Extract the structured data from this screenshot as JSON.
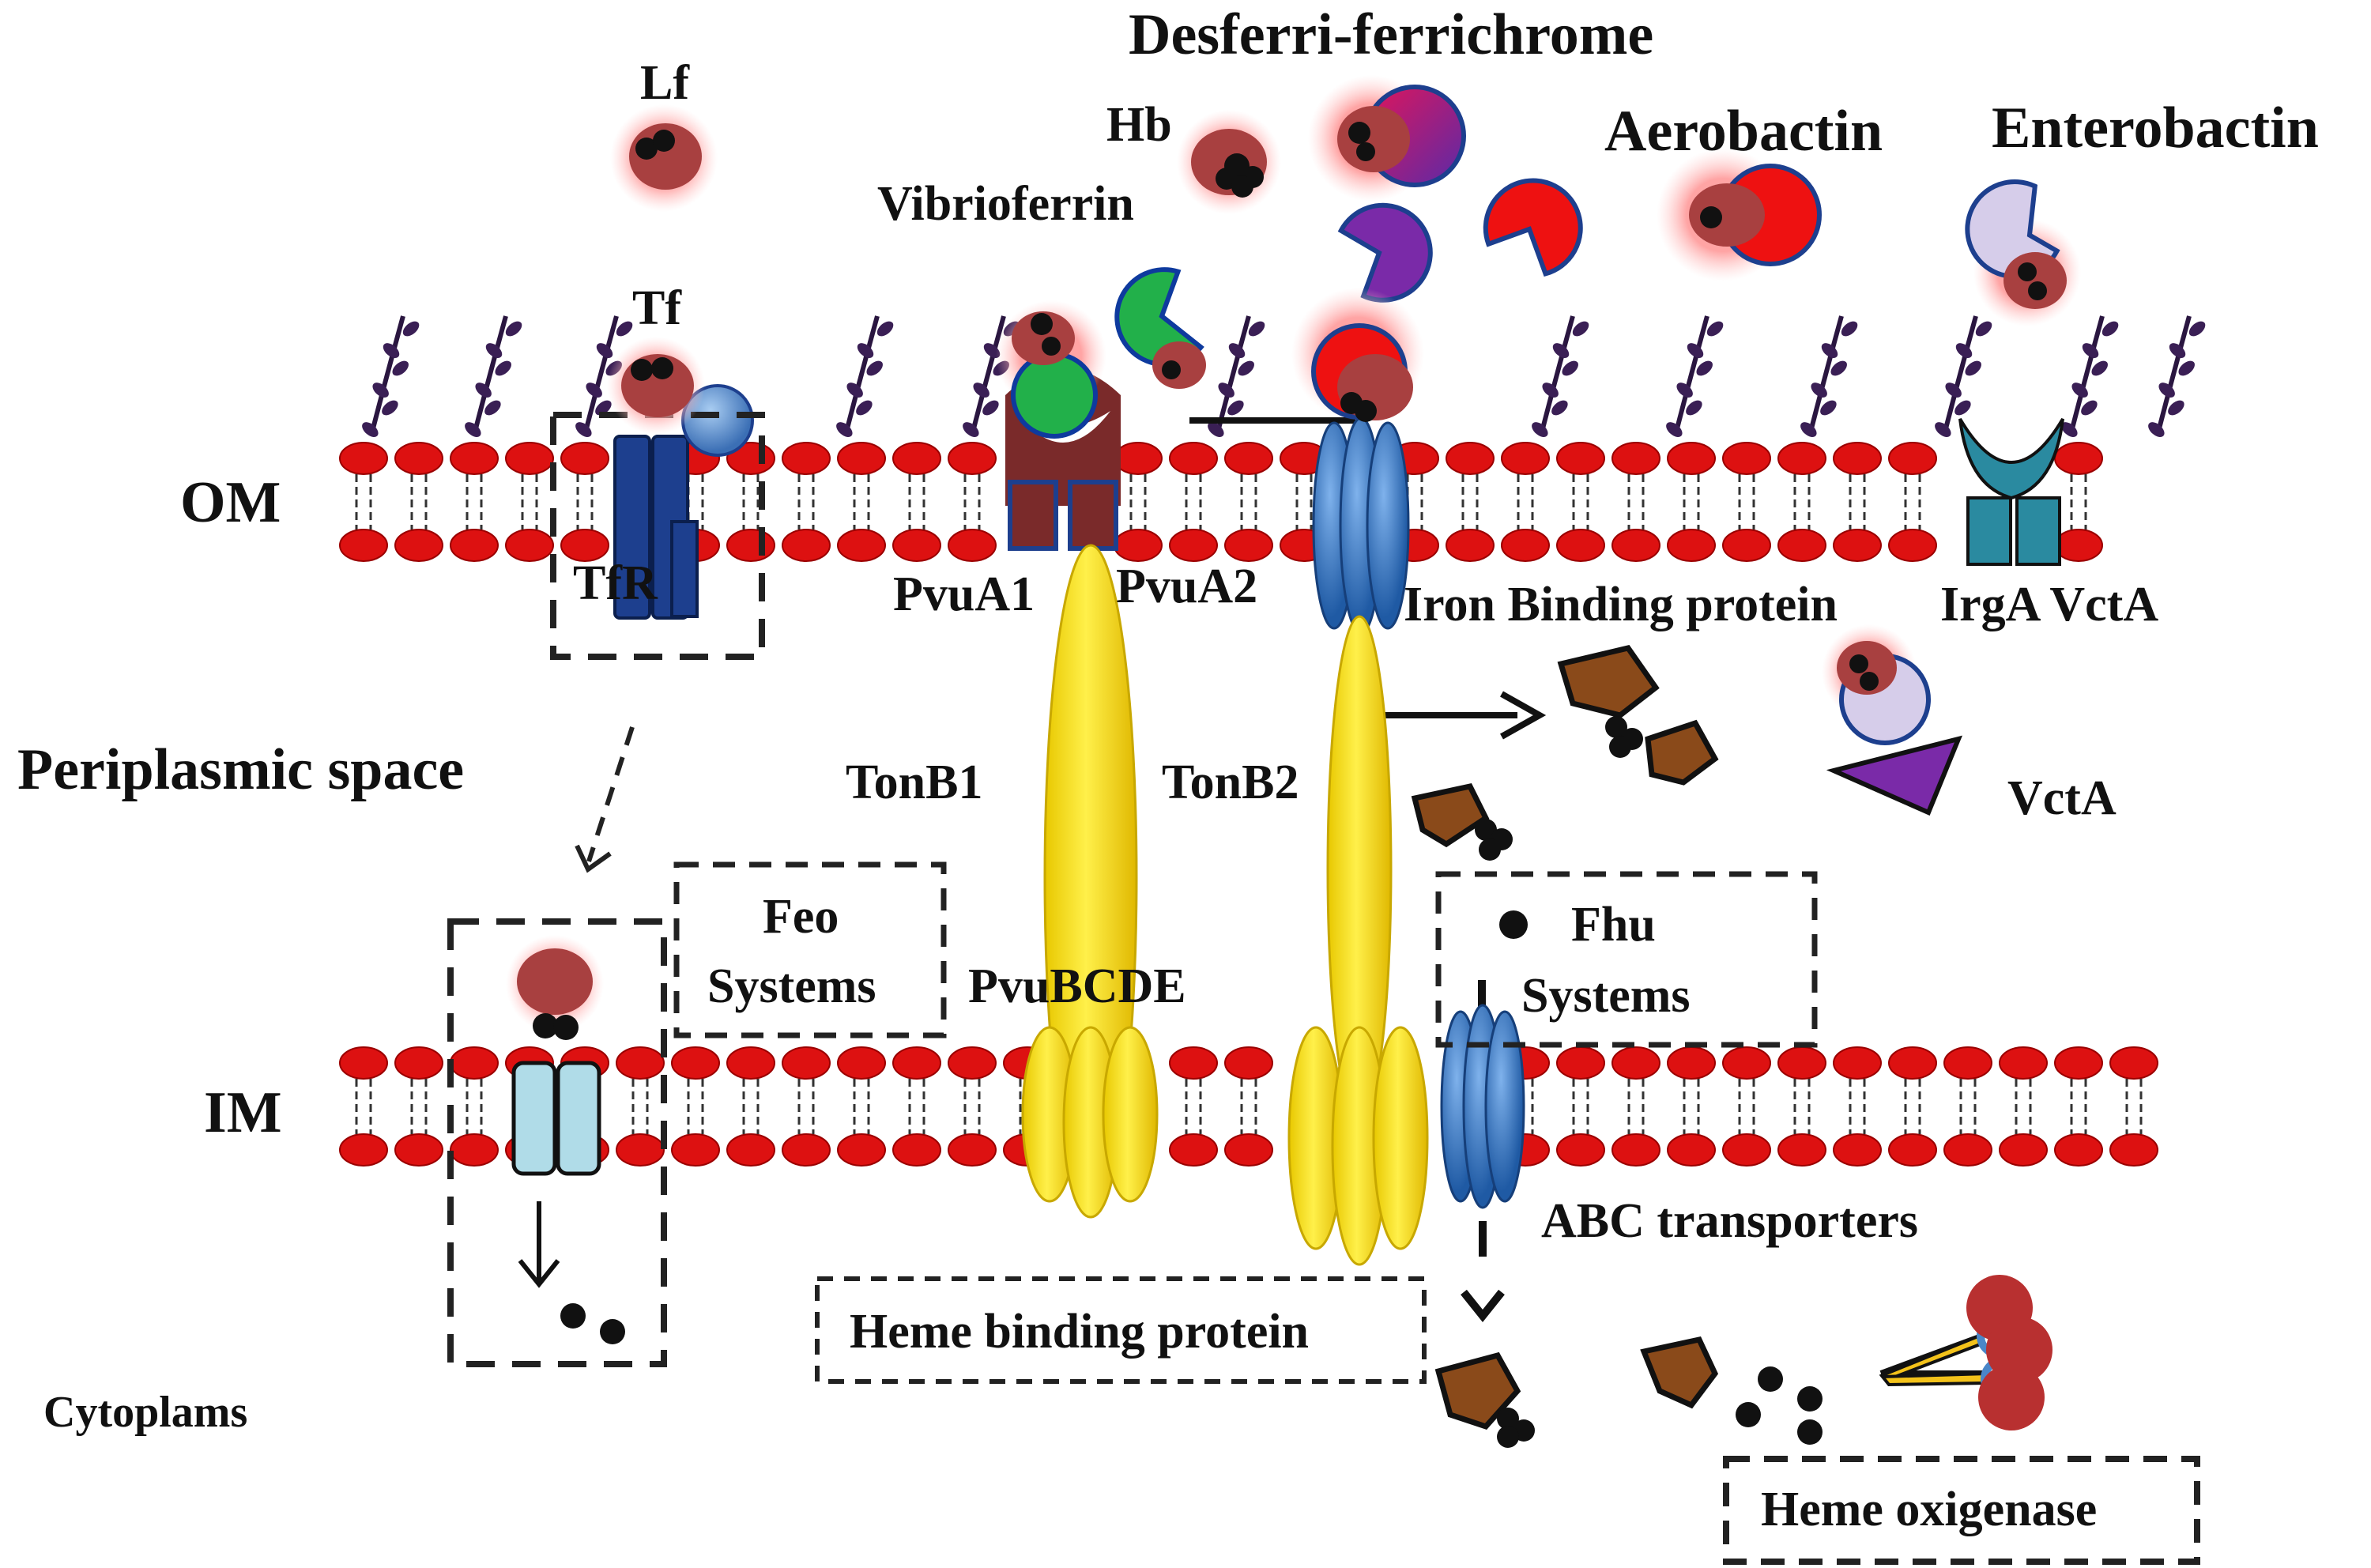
{
  "colors": {
    "lipid_head": "#dd1111",
    "lipid_glow": "#ffb0b0",
    "heme": "#a84040",
    "iron": "#111111",
    "tonb": "#ffe21a",
    "tonb_edge": "#c8a800",
    "receptor_blue": "#2f6fb8",
    "tfr": "#1d3f8e",
    "pvua": "#7a2a2a",
    "irga": "#2a8aa0",
    "siderophore_green": "#22b04a",
    "siderophore_red": "#ee1111",
    "siderophore_purple": "#7a2aa8",
    "siderophore_lilac": "#d6cdea",
    "heme_fragment": "#8a4a1a",
    "channel": "#b0dce8",
    "scissors_yellow": "#f3c21a",
    "scissors_blue": "#4a86c8"
  },
  "labels": {
    "desferri": "Desferri-ferrichrome",
    "lf": "Lf",
    "hb": "Hb",
    "vibrioferrin": "Vibrioferrin",
    "aerobactin": "Aerobactin",
    "enterobactin": "Enterobactin",
    "tf": "Tf",
    "om": "OM",
    "tfr": "TfR",
    "pvua1": "PvuA1",
    "pvua2": "PvuA2",
    "iron_binding_protein": "Iron Binding protein",
    "irga_vcta": "IrgA VctA",
    "periplasmic_space": "Periplasmic space",
    "tonb1": "TonB1",
    "tonb2": "TonB2",
    "vcta": "VctA",
    "feo_line1": "Feo",
    "feo_line2": "Systems",
    "pvubcde": "PvuBCDE",
    "fhu_line1": "Fhu",
    "fhu_line2": "Systems",
    "im": "IM",
    "abc_transporters": "ABC transporters",
    "heme_binding_protein": "Heme binding protein",
    "cytoplams": "Cytoplams",
    "heme_oxigenase": "Heme oxigenase"
  }
}
